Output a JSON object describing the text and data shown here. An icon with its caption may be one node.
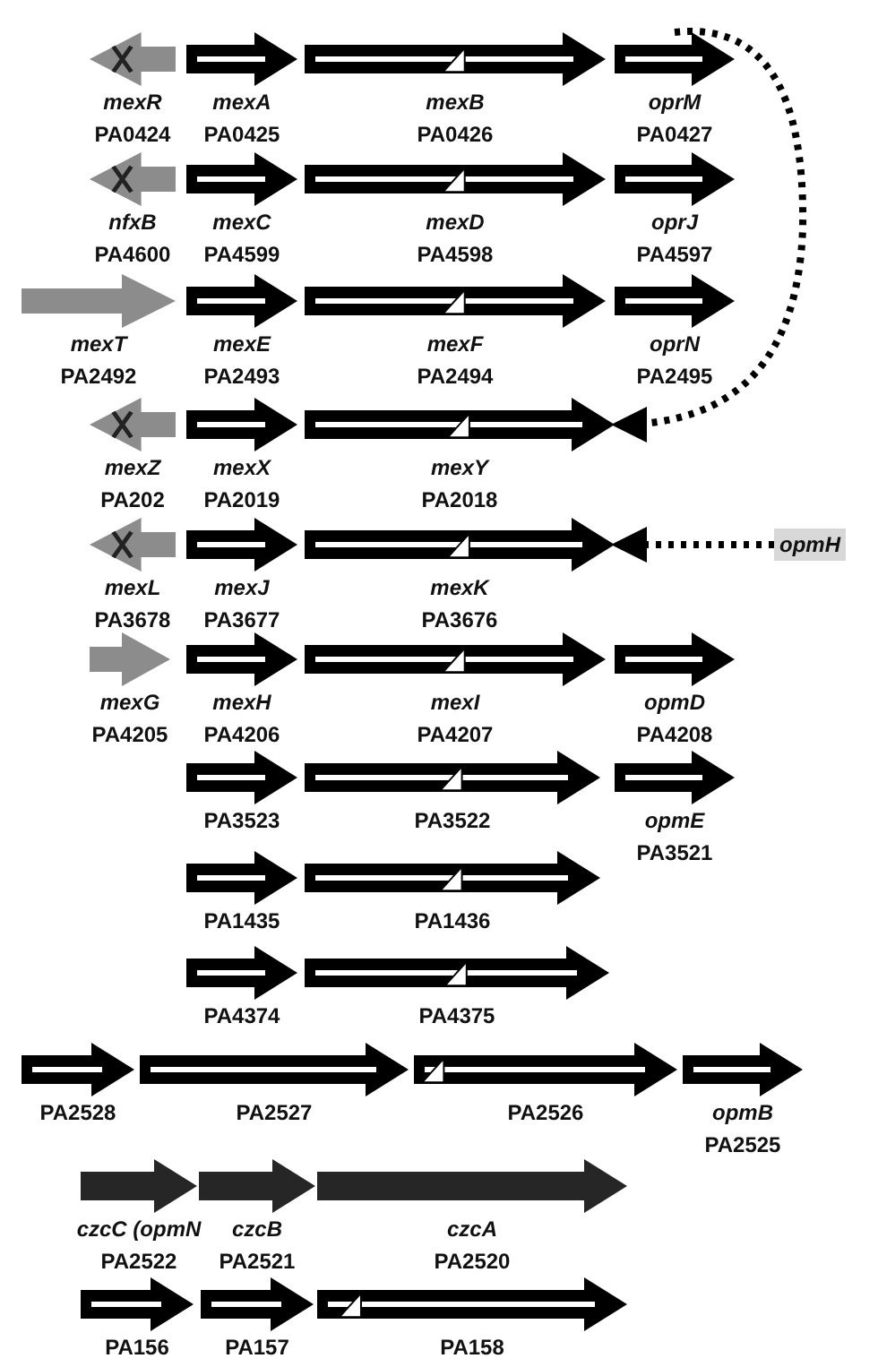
{
  "diagram": {
    "nodes": [
      {
        "text": [
          "mexR",
          "PA0424"
        ]
      },
      {
        "text": [
          "mexA",
          "PA0425"
        ]
      },
      {
        "text": [
          "mexB",
          "PA0426"
        ]
      },
      {
        "text": [
          "oprM",
          "PA0427"
        ]
      },
      {
        "text": [
          "nfxB",
          "PA4600"
        ]
      },
      {
        "text": [
          "mexC",
          "PA4599"
        ]
      },
      {
        "text": [
          "mexD",
          "PA4598"
        ]
      },
      {
        "text": [
          "oprJ",
          "PA4597"
        ]
      },
      {
        "text": [
          "mexT",
          "PA2492"
        ]
      },
      {
        "text": [
          "mexE",
          "PA2493"
        ]
      },
      {
        "text": [
          "mexF",
          "PA2494"
        ]
      },
      {
        "text": [
          "oprN",
          "PA2495"
        ]
      },
      {
        "text": [
          "mexZ",
          "PA202"
        ]
      },
      {
        "text": [
          "mexX",
          "PA2019"
        ]
      },
      {
        "text": [
          "mexY",
          "PA2018"
        ]
      },
      {
        "text": [
          "mexL",
          "PA3678"
        ]
      },
      {
        "text": [
          "mexJ",
          "PA3677"
        ]
      },
      {
        "text": [
          "mexK",
          "PA3676"
        ]
      },
      {
        "text": [
          "opmH"
        ]
      },
      {
        "text": [
          "mexG",
          "PA4205"
        ]
      },
      {
        "text": [
          "mexH",
          "PA4206"
        ]
      },
      {
        "text": [
          "mexI",
          "PA4207"
        ]
      },
      {
        "text": [
          "opmD",
          "PA4208"
        ]
      },
      {
        "text": [
          "PA3523"
        ]
      },
      {
        "text": [
          "PA3522"
        ]
      },
      {
        "text": [
          "opmE",
          "PA3521"
        ]
      },
      {
        "text": [
          "PA1435"
        ]
      },
      {
        "text": [
          "PA1436"
        ]
      },
      {
        "text": [
          "PA4374"
        ]
      },
      {
        "text": [
          "PA4375"
        ]
      },
      {
        "text": [
          "PA2528"
        ]
      },
      {
        "text": [
          "PA2527"
        ]
      },
      {
        "text": [
          "PA2526"
        ]
      },
      {
        "text": [
          "opmB",
          "PA2525"
        ]
      },
      {
        "text": [
          "czcC (opmN",
          "PA2522"
        ]
      },
      {
        "text": [
          "czcB",
          "PA2521"
        ]
      },
      {
        "text": [
          "czcA",
          "PA2520"
        ]
      },
      {
        "text": [
          "PA156"
        ]
      },
      {
        "text": [
          "PA157"
        ]
      },
      {
        "text": [
          "PA158"
        ]
      }
    ],
    "edges": [
      {
        "from": 3,
        "to": 14,
        "arrow": "to",
        "style": "dashed"
      },
      {
        "from": 18,
        "to": 17,
        "arrow": "to",
        "style": "dashed"
      }
    ]
  }
}
